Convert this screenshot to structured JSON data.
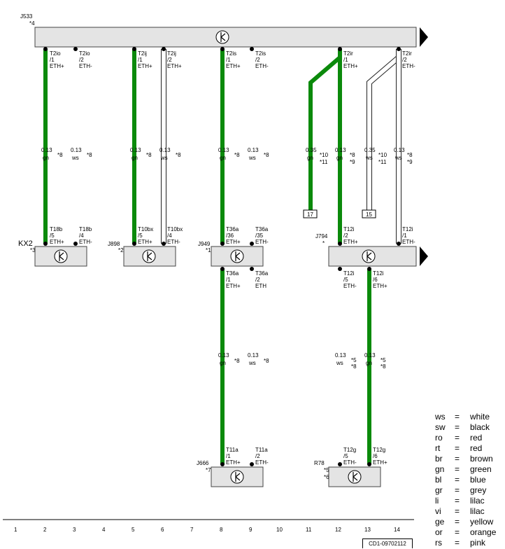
{
  "components": {
    "j533": {
      "name": "J533",
      "pin": "*4"
    },
    "kx2": {
      "name": "KX2",
      "pin": "*3"
    },
    "j898": {
      "name": "J898",
      "pin": "*2"
    },
    "j949": {
      "name": "J949",
      "pin": "*1"
    },
    "j794": {
      "name": "J794",
      "pin": "*"
    },
    "j666": {
      "name": "J666",
      "pin": "*7"
    },
    "r78": {
      "name": "R78",
      "pin5": "*5",
      "pin6": "*6"
    }
  },
  "pins": {
    "c2_top": [
      "T2io",
      "/1",
      "ETH+"
    ],
    "c3_top": [
      "T2io",
      "/2",
      "ETH-"
    ],
    "c5_top": [
      "T2ij",
      "/1",
      "ETH+"
    ],
    "c6_top": [
      "T2ij",
      "/2",
      "ETH+"
    ],
    "c8_top": [
      "T2is",
      "/1",
      "ETH+"
    ],
    "c9_top": [
      "T2is",
      "/2",
      "ETH-"
    ],
    "c12_top": [
      "T2ir",
      "/1",
      "ETH+"
    ],
    "c14_top": [
      "T2ir",
      "/2",
      "ETH-"
    ],
    "c2_kx2": [
      "T18b",
      "/5",
      "ETH+"
    ],
    "c3_kx2": [
      "T18b",
      "/4",
      "ETH-"
    ],
    "c5_j898": [
      "T10bx",
      "/5",
      "ETH+"
    ],
    "c6_j898": [
      "T10bx",
      "/4",
      "ETH-"
    ],
    "c8_j949": [
      "T36a",
      "/36",
      "ETH+"
    ],
    "c9_j949": [
      "T36a",
      "/35",
      "ETH-"
    ],
    "c12_j794": [
      "T12i",
      "/2",
      "ETH+"
    ],
    "c14_j794": [
      "T12i",
      "/1",
      "ETH-"
    ],
    "c8_j949b": [
      "T36a",
      "/1",
      "ETH+"
    ],
    "c9_j949b": [
      "T36a",
      "/2",
      "ETH"
    ],
    "c12_j794b": [
      "T12i",
      "/5",
      "ETH-"
    ],
    "c13_j794b": [
      "T12i",
      "/6",
      "ETH+"
    ],
    "c8_j666": [
      "T11a",
      "/1",
      "ETH+"
    ],
    "c9_j666": [
      "T11a",
      "/2",
      "ETH-"
    ],
    "c12_r78": [
      "T12g",
      "/5",
      "ETH-"
    ],
    "c13_r78": [
      "T12g",
      "/6",
      "ETH+"
    ]
  },
  "wires": {
    "c2": [
      "0.13",
      "gn",
      "*8"
    ],
    "c3": [
      "0.13",
      "ws",
      "*8"
    ],
    "c5": [
      "0.13",
      "gn",
      "*8"
    ],
    "c6": [
      "0.13",
      "ws",
      "*8"
    ],
    "c8": [
      "0.13",
      "gn",
      "*8"
    ],
    "c9": [
      "0.13",
      "ws",
      "*8"
    ],
    "c11": [
      "0.35",
      "gn",
      "*10",
      "*11"
    ],
    "c12": [
      "0.13",
      "gn",
      "*8",
      "*9"
    ],
    "c13": [
      "0.35",
      "ws",
      "*10",
      "*11"
    ],
    "c14": [
      "0.13",
      "ws",
      "*8",
      "*9"
    ],
    "c8b": [
      "0.13",
      "gn",
      "*8"
    ],
    "c9b": [
      "0.13",
      "ws",
      "*8"
    ],
    "c12b": [
      "0.13",
      "ws",
      "*5",
      "*8"
    ],
    "c13b": [
      "0.13",
      "gn",
      "*5",
      "*8"
    ]
  },
  "connectors": {
    "c11": "17",
    "c13": "15"
  },
  "grid": {
    "columns": [
      "1",
      "2",
      "3",
      "4",
      "5",
      "6",
      "7",
      "8",
      "9",
      "10",
      "11",
      "12",
      "13",
      "14"
    ]
  },
  "legend": [
    {
      "code": "ws",
      "eq": "=",
      "name": "white"
    },
    {
      "code": "sw",
      "eq": "=",
      "name": "black"
    },
    {
      "code": "ro",
      "eq": "=",
      "name": "red"
    },
    {
      "code": "rt",
      "eq": "=",
      "name": "red"
    },
    {
      "code": "br",
      "eq": "=",
      "name": "brown"
    },
    {
      "code": "gn",
      "eq": "=",
      "name": "green"
    },
    {
      "code": "bl",
      "eq": "=",
      "name": "blue"
    },
    {
      "code": "gr",
      "eq": "=",
      "name": "grey"
    },
    {
      "code": "li",
      "eq": "=",
      "name": "lilac"
    },
    {
      "code": "vi",
      "eq": "=",
      "name": "lilac"
    },
    {
      "code": "ge",
      "eq": "=",
      "name": "yellow"
    },
    {
      "code": "or",
      "eq": "=",
      "name": "orange"
    },
    {
      "code": "rs",
      "eq": "=",
      "name": "pink"
    }
  ],
  "footer": {
    "code": "CD1-09702112"
  },
  "colors": {
    "green_wire": "#0b8a0b",
    "white_wire_outline": "#222222",
    "unit_fill": "#e4e4e4"
  }
}
